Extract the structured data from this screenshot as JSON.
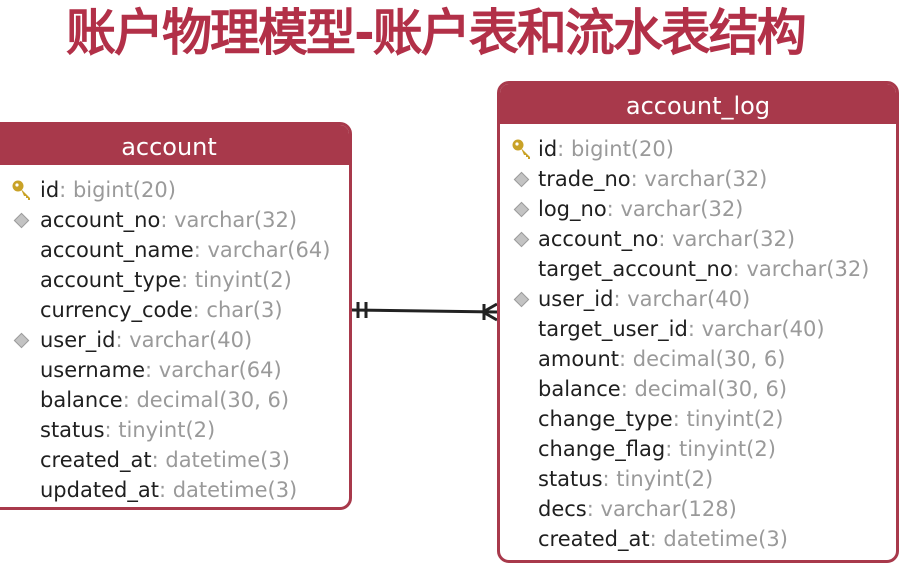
{
  "page": {
    "title": "账户物理模型-账户表和流水表结构"
  },
  "entities": [
    {
      "id": "account",
      "name": "account",
      "fields": [
        {
          "name": "id",
          "type": "bigint(20)",
          "marker": "key"
        },
        {
          "name": "account_no",
          "type": "varchar(32)",
          "marker": "index"
        },
        {
          "name": "account_name",
          "type": "varchar(64)",
          "marker": "none"
        },
        {
          "name": "account_type",
          "type": "tinyint(2)",
          "marker": "none"
        },
        {
          "name": "currency_code",
          "type": "char(3)",
          "marker": "none"
        },
        {
          "name": "user_id",
          "type": "varchar(40)",
          "marker": "index"
        },
        {
          "name": "username",
          "type": "varchar(64)",
          "marker": "none"
        },
        {
          "name": "balance",
          "type": "decimal(30, 6)",
          "marker": "none"
        },
        {
          "name": "status",
          "type": "tinyint(2)",
          "marker": "none"
        },
        {
          "name": "created_at",
          "type": "datetime(3)",
          "marker": "none"
        },
        {
          "name": "updated_at",
          "type": "datetime(3)",
          "marker": "none"
        }
      ]
    },
    {
      "id": "account_log",
      "name": "account_log",
      "fields": [
        {
          "name": "id",
          "type": "bigint(20)",
          "marker": "key"
        },
        {
          "name": "trade_no",
          "type": "varchar(32)",
          "marker": "index"
        },
        {
          "name": "log_no",
          "type": "varchar(32)",
          "marker": "index"
        },
        {
          "name": "account_no",
          "type": "varchar(32)",
          "marker": "index"
        },
        {
          "name": "target_account_no",
          "type": "varchar(32)",
          "marker": "none"
        },
        {
          "name": "user_id",
          "type": "varchar(40)",
          "marker": "index"
        },
        {
          "name": "target_user_id",
          "type": "varchar(40)",
          "marker": "none"
        },
        {
          "name": "amount",
          "type": "decimal(30, 6)",
          "marker": "none"
        },
        {
          "name": "balance",
          "type": "decimal(30, 6)",
          "marker": "none"
        },
        {
          "name": "change_type",
          "type": "tinyint(2)",
          "marker": "none"
        },
        {
          "name": "change_flag",
          "type": "tinyint(2)",
          "marker": "none"
        },
        {
          "name": "status",
          "type": "tinyint(2)",
          "marker": "none"
        },
        {
          "name": "decs",
          "type": "varchar(128)",
          "marker": "none"
        },
        {
          "name": "created_at",
          "type": "datetime(3)",
          "marker": "none"
        }
      ]
    }
  ],
  "relationship": {
    "from": "account",
    "to": "account_log",
    "from_cardinality": "one",
    "to_cardinality": "many"
  },
  "colors": {
    "title": "#b23048",
    "header": "#a8394b",
    "field_name": "#1f1f1f",
    "field_type": "#9a9a9a",
    "key_icon": "#c9a227",
    "connector": "#222222"
  }
}
